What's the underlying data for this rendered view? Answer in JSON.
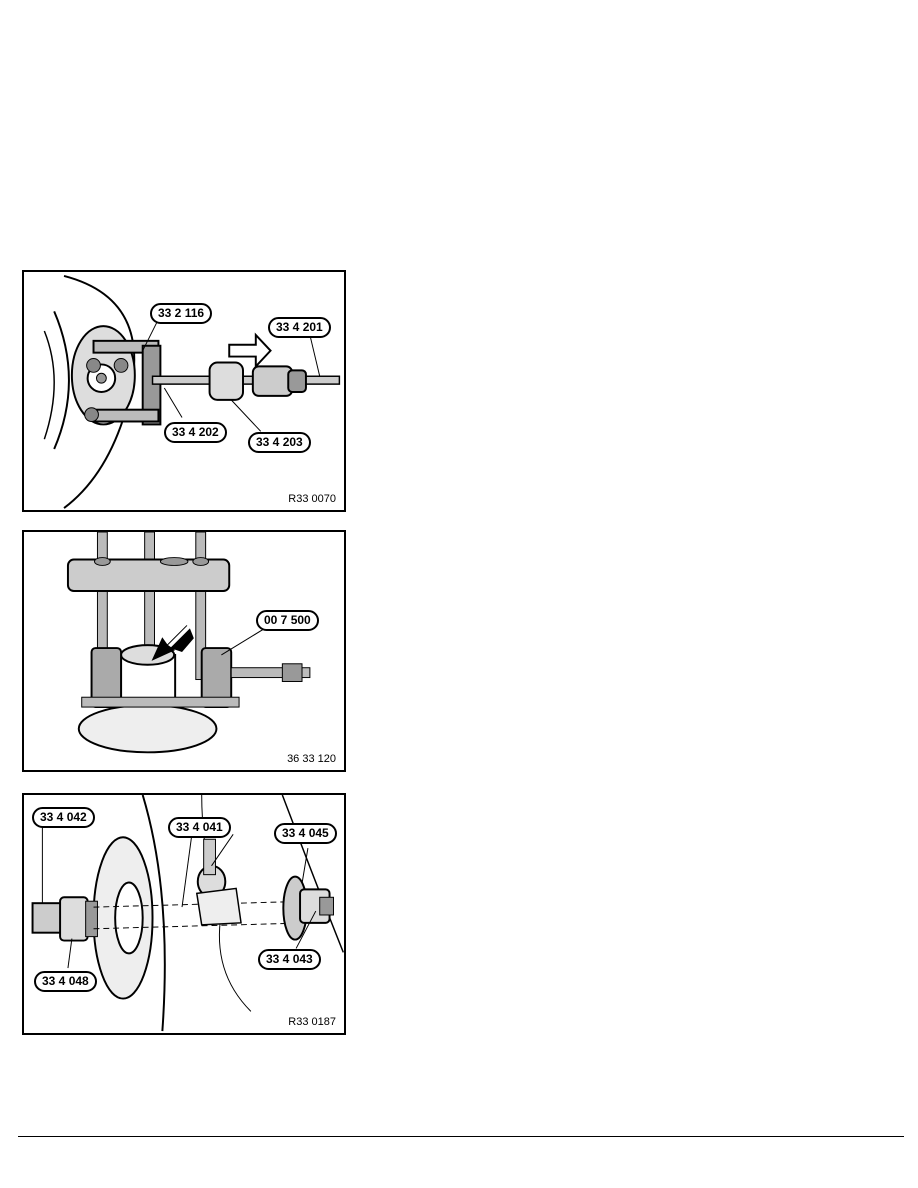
{
  "figures": [
    {
      "ref": "R33 0070",
      "labels": [
        "33 2 116",
        "33 4 201",
        "33 4 202",
        "33 4 203"
      ]
    },
    {
      "ref": "36 33 120",
      "labels": [
        "00 7 500"
      ]
    },
    {
      "ref": "R33 0187",
      "labels": [
        "33 4 042",
        "33 4 041",
        "33 4 045",
        "33 4 048",
        "33 4 043"
      ]
    }
  ]
}
